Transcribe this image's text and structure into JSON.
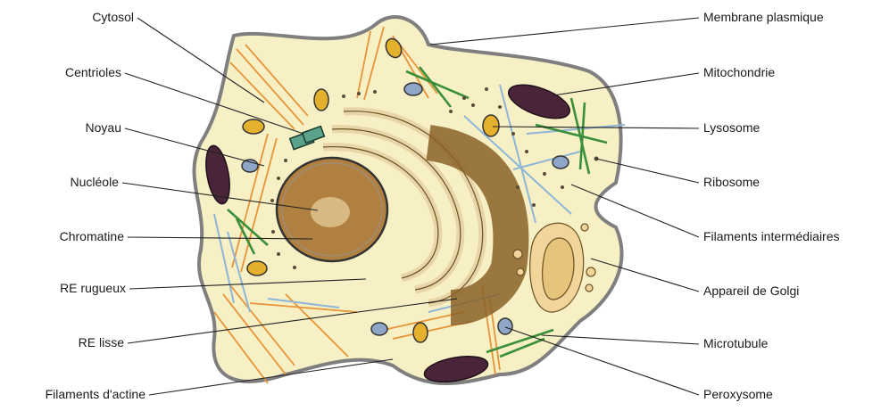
{
  "labels": {
    "left": {
      "cytosol": "Cytosol",
      "centrioles": "Centrioles",
      "noyau": "Noyau",
      "nucleole": "Nucléole",
      "chromatine": "Chromatine",
      "re_rugueux": "RE rugueux",
      "re_lisse": "RE lisse",
      "filaments_actine": "Filaments d'actine"
    },
    "right": {
      "membrane": "Membrane plasmique",
      "mitochondrie": "Mitochondrie",
      "lysosome": "Lysosome",
      "ribosome": "Ribosome",
      "filaments_intermediaires": "Filaments intermédiaires",
      "golgi": "Appareil de Golgi",
      "microtubule": "Microtubule",
      "peroxysome": "Peroxysome"
    }
  },
  "colors": {
    "cytoplasm": "#f6f0c4",
    "membrane": "#7f7f7f",
    "nucleus": "#b08040",
    "nucleolus": "#d9b983",
    "er": "#e8d6a8",
    "actin": "#e8943a",
    "intermediate_filament": "#8fb5d8",
    "microtubule": "#3a8f3a",
    "mitochondria": "#4a2438",
    "lysosome": "#e5b02c",
    "peroxisome": "#8fa6c9"
  }
}
